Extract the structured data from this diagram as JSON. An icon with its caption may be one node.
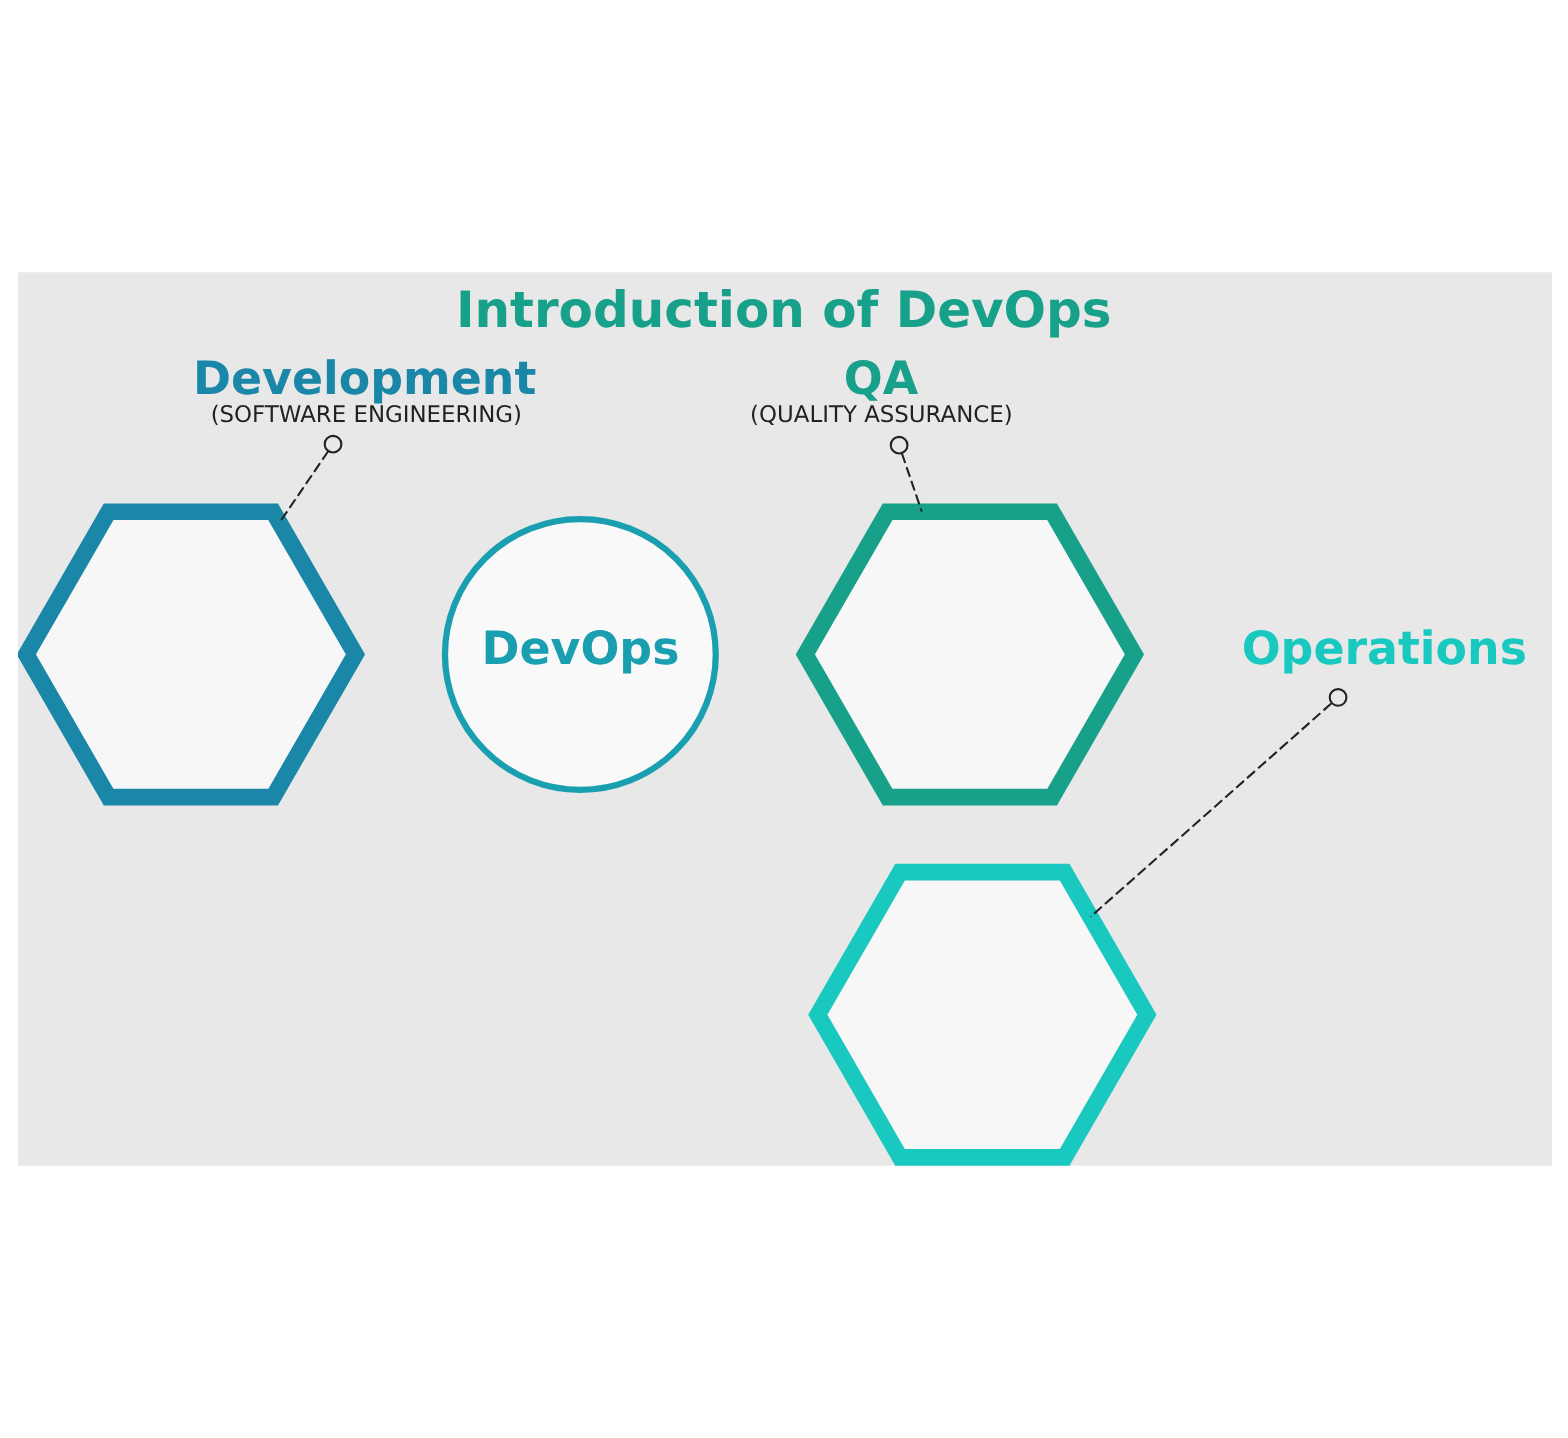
{
  "diagram": {
    "title": "Introduction of DevOps",
    "nodes": [
      {
        "text": [
          "Development",
          "(SOFTWARE ENGINEERING)"
        ]
      },
      {
        "text": [
          "QA",
          "(QUALITY ASSURANCE)"
        ]
      },
      {
        "text": [],
        "shape": "hexagon"
      },
      {
        "text": [],
        "shape": "hexagon"
      },
      {
        "text": [
          "DevOps"
        ]
      },
      {
        "text": [],
        "shape": "hexagon"
      },
      {
        "text": [
          "Operations"
        ]
      }
    ],
    "edges": [
      {
        "from": 0,
        "to": 2,
        "arrow": "other",
        "style": "dashed"
      },
      {
        "from": 1,
        "to": 3,
        "arrow": "other",
        "style": "dashed"
      },
      {
        "from": 6,
        "to": 5,
        "arrow": "other",
        "style": "dashed"
      }
    ]
  }
}
